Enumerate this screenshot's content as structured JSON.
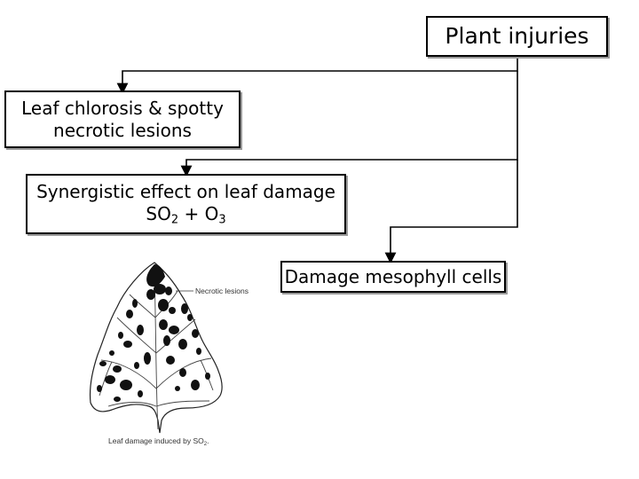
{
  "root": {
    "label": "Plant injuries"
  },
  "leaf_symptom": {
    "line1": "Leaf chlorosis & spotty",
    "line2": "necrotic lesions"
  },
  "synergy": {
    "line1": "Synergistic effect on leaf damage",
    "formula": {
      "a": "SO",
      "a_sub": "2",
      "op": " + ",
      "b": "O",
      "b_sub": "3"
    }
  },
  "mesophyll": {
    "label": "Damage mesophyll cells"
  },
  "figure": {
    "lesion_label": "Necrotic lesions",
    "caption_main": "Leaf damage induced by SO",
    "caption_sub": "2",
    "caption_end": "."
  }
}
